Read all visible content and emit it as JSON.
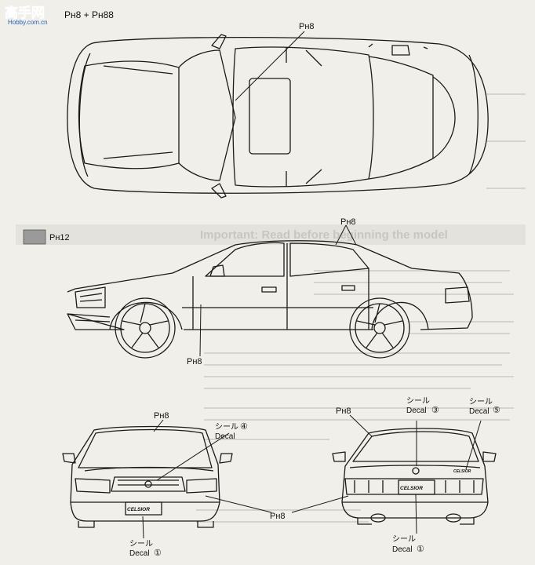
{
  "watermark": {
    "site": "Hobby.com.cn",
    "brand": "高手网"
  },
  "header": {
    "paint_ref": "Pн8 + Pн88"
  },
  "legend": {
    "code": "Pн12",
    "swatch_color": "#9a9a9a"
  },
  "callouts": {
    "top_view_roof": "Pн8",
    "side_view_upper": "Pн8",
    "side_view_lower": "Pн8",
    "front_view": "Pн8",
    "rear_view": "Pн8",
    "bottom_shared": "Pн8",
    "decal_front_grille": {
      "jp": "シール",
      "num": "④",
      "en": "Decal"
    },
    "decal_front_plate": {
      "jp": "シール",
      "num": "①",
      "en": "Decal"
    },
    "decal_rear_emblem": {
      "jp": "シール",
      "num": "③",
      "en": "Decal"
    },
    "decal_rear_badge": {
      "jp": "シール",
      "num": "⑤",
      "en": "Decal"
    },
    "decal_rear_plate": {
      "jp": "シール",
      "num": "①",
      "en": "Decal"
    }
  },
  "plates": {
    "front": "CELSIOR",
    "rear": "CELSIOR",
    "badge": "CELSIOR"
  },
  "background_page": {
    "heading": "Important: Read before beginning the model"
  },
  "colors": {
    "paper": "#f1efe9",
    "line": "#1a1a1a",
    "ghost_text": "#c8c6c0"
  }
}
